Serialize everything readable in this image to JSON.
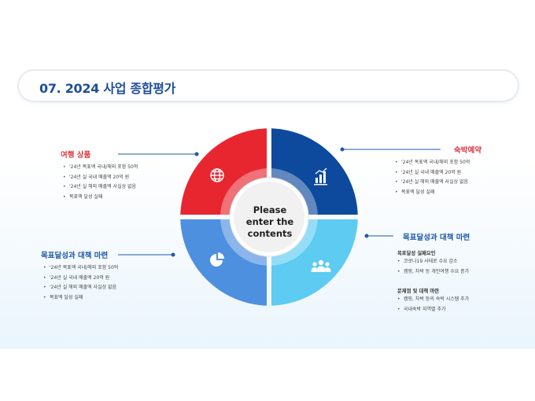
{
  "title": "07. 2024 사업 종합평가",
  "center": {
    "line1": "Please",
    "line2": "enter the",
    "line3": "contents"
  },
  "colors": {
    "red": "#e8262f",
    "dark_blue": "#0d4a9e",
    "mid_blue": "#4d90e0",
    "light_blue": "#5dcbf2",
    "heading_red": "#d9383f",
    "heading_blue": "#1e5aa8"
  },
  "icons": {
    "top_left": "globe-icon",
    "top_right": "bar-chart-icon",
    "bottom_left": "pie-chart-icon",
    "bottom_right": "people-icon"
  },
  "blocks": {
    "top_left": {
      "heading": "여행 상품",
      "items": [
        "'24년 목표액 국내/해외 포함 50억",
        "'24년 실 국내 매출액 20억 원",
        "'24년 실 해외 매출액 사실상 없음",
        "목표액 달성 실패"
      ]
    },
    "top_right": {
      "heading": "숙박예약",
      "items": [
        "'24년 목표액 국내/해외 포함 50억",
        "'24년 실 국내 매출액 20억 원",
        "'24년 실 해외 매출액 사실상 없음",
        "목표액 달성 실패"
      ]
    },
    "bottom_left": {
      "heading": "목표달성과 대책 마련",
      "items": [
        "'24년 목표액 국내/해외 포함 50억",
        "'24년 실 국내 매출액 20억 원",
        "'24년 실 해외 매출액 사실상 없음",
        "목표액 달성 실패"
      ]
    },
    "bottom_right": {
      "heading": "목표달성과 대책 마련",
      "sub1": "목표달성 실패요인",
      "sub1_items": [
        "코로나19 사태로 수요 감소",
        "캠핑, 차박 등 개인여행 수요 증가"
      ],
      "sub2": "문제점 및 대책 마련",
      "sub2_items": [
        "캠핑, 차박 등의 숙박 시스템 추가",
        "국내숙박 지역별 추가"
      ]
    }
  }
}
